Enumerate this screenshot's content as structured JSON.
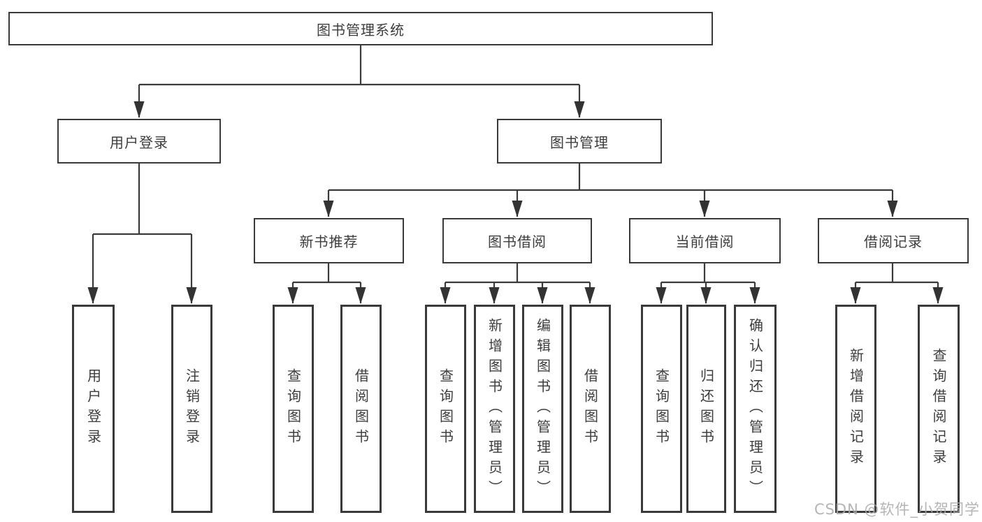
{
  "tree": {
    "label": "图书管理系统",
    "children": [
      {
        "label": "用户登录",
        "children": [
          {
            "label": "用户登录"
          },
          {
            "label": "注销登录"
          }
        ]
      },
      {
        "label": "图书管理",
        "children": [
          {
            "label": "新书推荐",
            "children": [
              {
                "label": "查询图书"
              },
              {
                "label": "借阅图书"
              }
            ]
          },
          {
            "label": "图书借阅",
            "children": [
              {
                "label": "查询图书"
              },
              {
                "label": "新增图书（管理员）"
              },
              {
                "label": "编辑图书（管理员）"
              },
              {
                "label": "借阅图书"
              }
            ]
          },
          {
            "label": "当前借阅",
            "children": [
              {
                "label": "查询图书"
              },
              {
                "label": "归还图书"
              },
              {
                "label": "确认归还（管理员）"
              }
            ]
          },
          {
            "label": "借阅记录",
            "children": [
              {
                "label": "新增借阅记录"
              },
              {
                "label": "查询借阅记录"
              }
            ]
          }
        ]
      }
    ]
  },
  "watermark": {
    "text": "CSDN @软件_小贺同学"
  },
  "colors": {
    "line": "#3a3a3a",
    "text": "#3d3d3d",
    "background": "#ffffff",
    "watermark": "#ababab"
  }
}
